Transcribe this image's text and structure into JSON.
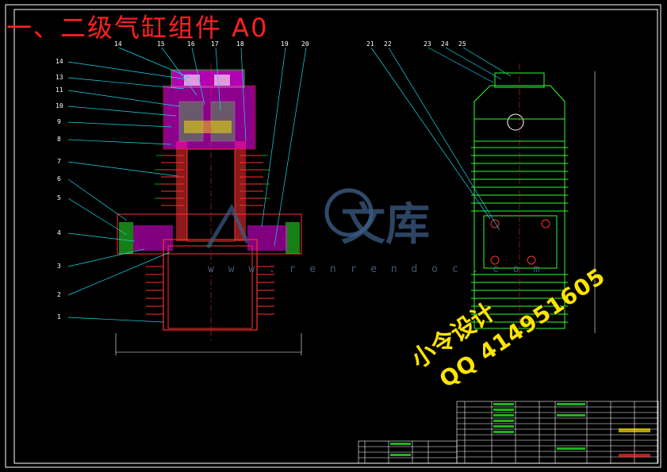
{
  "drawing": {
    "title": "一、二级气缸组件 A0",
    "watermark_brand": "文库",
    "watermark_url": "w w w . r e n r e n d o c . c o m",
    "stamp_line1": "小令设计",
    "stamp_line2": "QQ 414951605"
  },
  "callouts_left": [
    "14",
    "13",
    "11",
    "10",
    "9",
    "8",
    "7",
    "6",
    "5",
    "4",
    "3",
    "2",
    "1"
  ],
  "callouts_top": [
    "14",
    "15",
    "16",
    "17",
    "18",
    "19",
    "20"
  ],
  "callouts_right_view": [
    "21",
    "22",
    "23",
    "24",
    "25"
  ],
  "colors": {
    "background": "#000000",
    "frame": "#ffffff",
    "title": "#ff2020",
    "body_lines": "#ff3030",
    "leaders": "#19d8e8",
    "fill_magenta": "#ff00ff",
    "green": "#2cff2c",
    "yellow": "#ffe400",
    "watermark": "#3b5d85"
  }
}
